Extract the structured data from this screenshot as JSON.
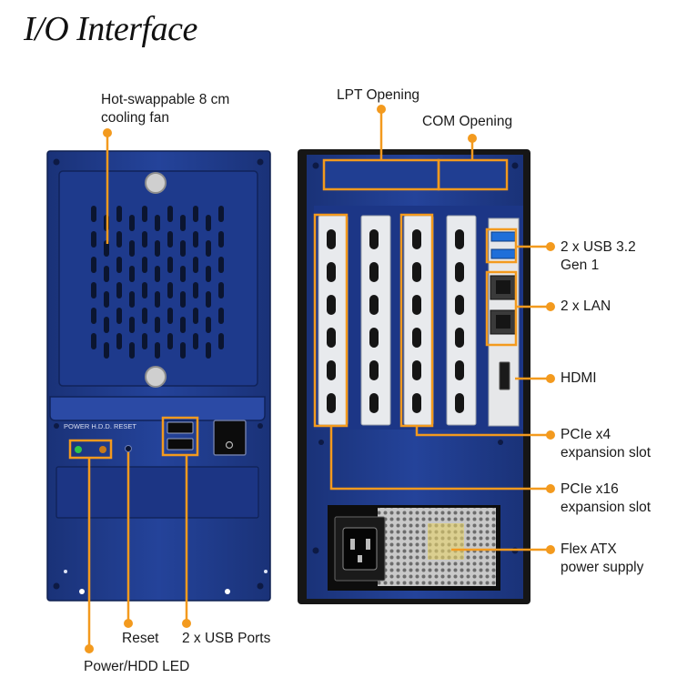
{
  "title": "I/O Interface",
  "colors": {
    "accent": "#f39a1e",
    "chassis": "#1f3b85",
    "chassis_dark": "#142a66",
    "panel_black": "#151515",
    "bracket": "#e9ebee"
  },
  "labels": {
    "fan": [
      "Hot-swappable 8 cm",
      "cooling fan"
    ],
    "lpt": "LPT Opening",
    "com": "COM Opening",
    "usb32": [
      "2 x USB 3.2",
      "Gen 1"
    ],
    "lan": "2 x LAN",
    "hdmi": "HDMI",
    "pcie_x4": [
      "PCIe x4",
      "expansion slot"
    ],
    "pcie_x16": [
      "PCIe x16",
      "expansion slot"
    ],
    "psu": [
      "Flex ATX",
      "power supply"
    ],
    "reset": "Reset",
    "usb_ports": "2 x USB Ports",
    "power_led": "Power/HDD LED"
  },
  "front_panel_text": {
    "led_labels": "POWER  H.D.D.  RESET"
  }
}
